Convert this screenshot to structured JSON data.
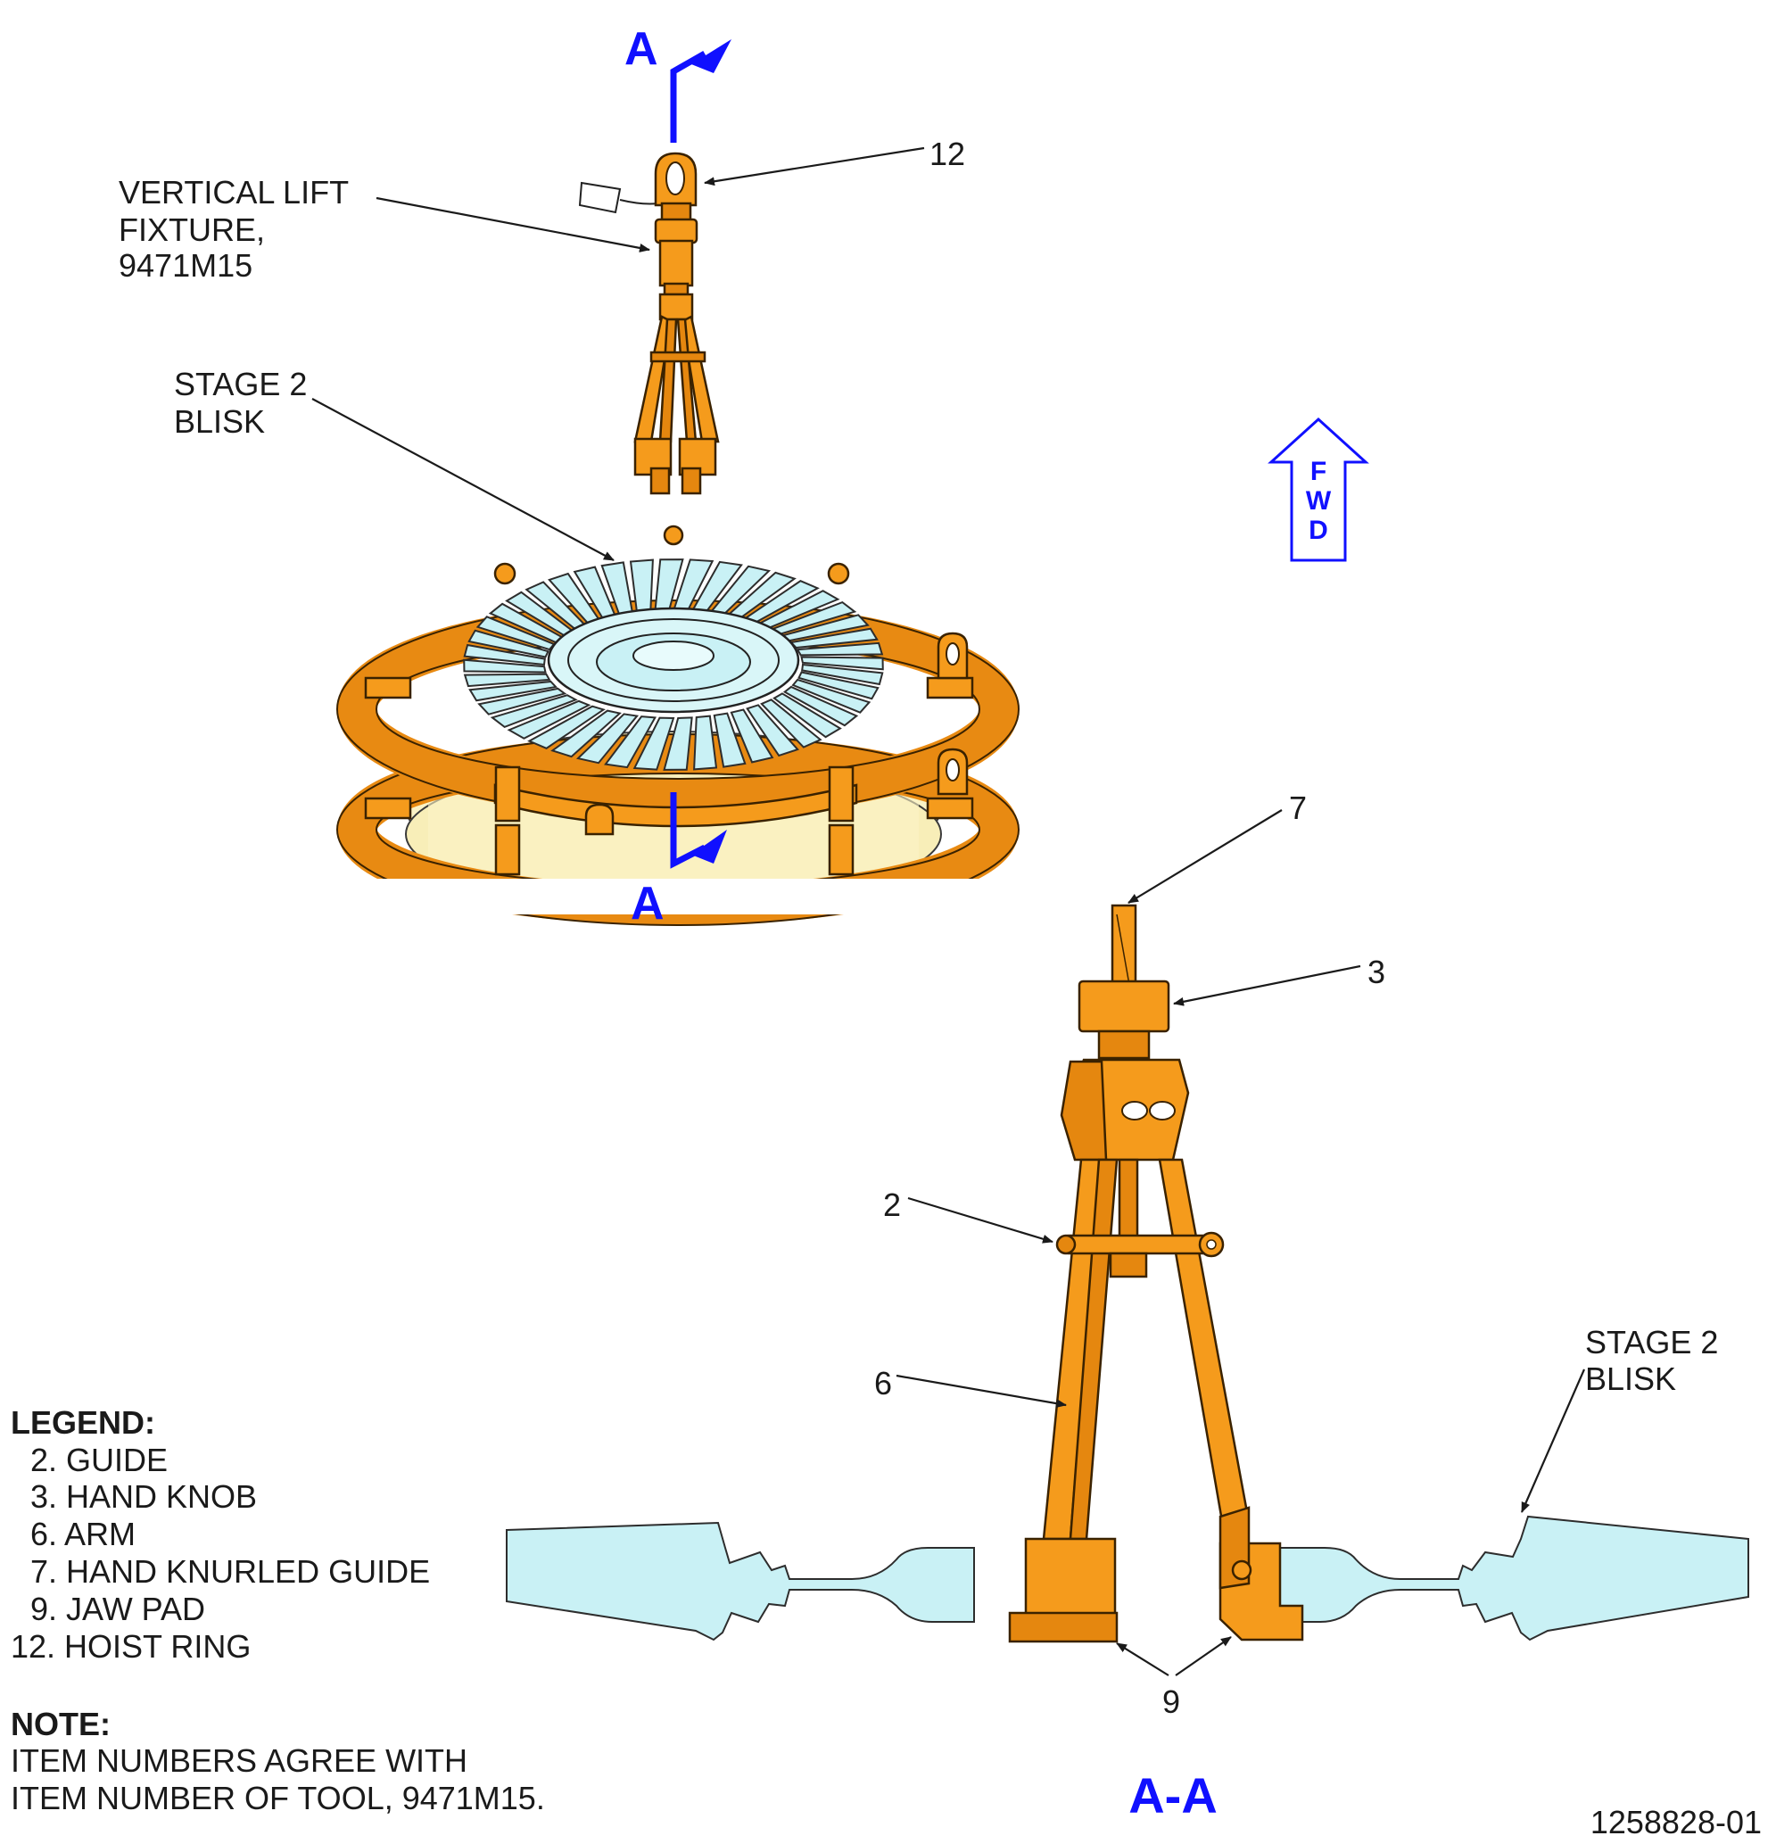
{
  "section_marks": {
    "top": "A",
    "bottom": "A",
    "view_title": "A-A"
  },
  "labels": {
    "vertical_lift_fixture": [
      "VERTICAL LIFT",
      "FIXTURE,",
      "9471M15"
    ],
    "stage2_blisk_top": [
      "STAGE 2",
      "BLISK"
    ],
    "stage2_blisk_right": [
      "STAGE 2",
      "BLISK"
    ],
    "fwd": [
      "F",
      "W",
      "D"
    ]
  },
  "callouts": {
    "hoist_ring": "12",
    "hand_knurled_guide": "7",
    "hand_knob": "3",
    "guide": "2",
    "arm": "6",
    "jaw_pad": "9"
  },
  "legend": {
    "title": "LEGEND:",
    "items": [
      "2. GUIDE",
      "3. HAND KNOB",
      "6. ARM",
      "7. HAND KNURLED GUIDE",
      "9. JAW PAD",
      "12. HOIST RING"
    ]
  },
  "note": {
    "title": "NOTE:",
    "lines": [
      "ITEM NUMBERS AGREE WITH",
      "ITEM NUMBER OF TOOL, 9471M15."
    ]
  },
  "figure_id": "1258828-01",
  "colors": {
    "tool_orange": "#f59b1c",
    "blade_cyan": "#c9f1f5",
    "section_blue": "#1010ff",
    "text": "#1a1a1a"
  }
}
